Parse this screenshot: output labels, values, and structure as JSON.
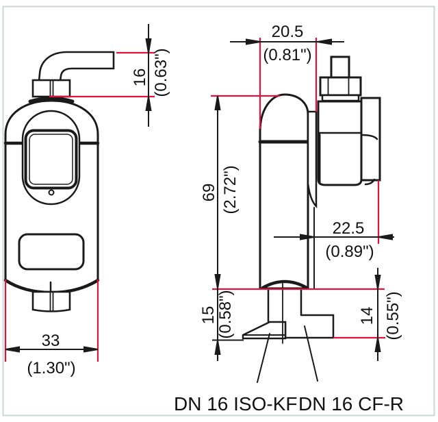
{
  "figure": {
    "type": "technical-drawing",
    "description": "Two-view dimensional drawing of a compact vacuum gauge with angled cable, electrical connector and DN16 flange options",
    "dimensions": {
      "cable_offset": {
        "mm": "16",
        "inch": "(0.63\")"
      },
      "head_depth": {
        "mm": "20.5",
        "inch": "(0.81\")"
      },
      "body_height": {
        "mm": "69",
        "inch": "(2.72\")"
      },
      "connector_depth": {
        "mm": "22.5",
        "inch": "(0.89\")"
      },
      "body_width": {
        "mm": "33",
        "inch": "(1.30\")"
      },
      "kf_flange": {
        "mm": "15",
        "inch": "(0.58\")"
      },
      "cf_flange": {
        "mm": "14",
        "inch": "(0.55\")"
      }
    },
    "flange_labels": {
      "iso_kf": "DN 16 ISO-KF",
      "cf_r": "DN 16 CF-R"
    },
    "colors": {
      "dimension_red": "#e2123d",
      "outline_black": "#1a1a1a",
      "frame": "#ccd8da",
      "background": "#ffffff"
    }
  }
}
